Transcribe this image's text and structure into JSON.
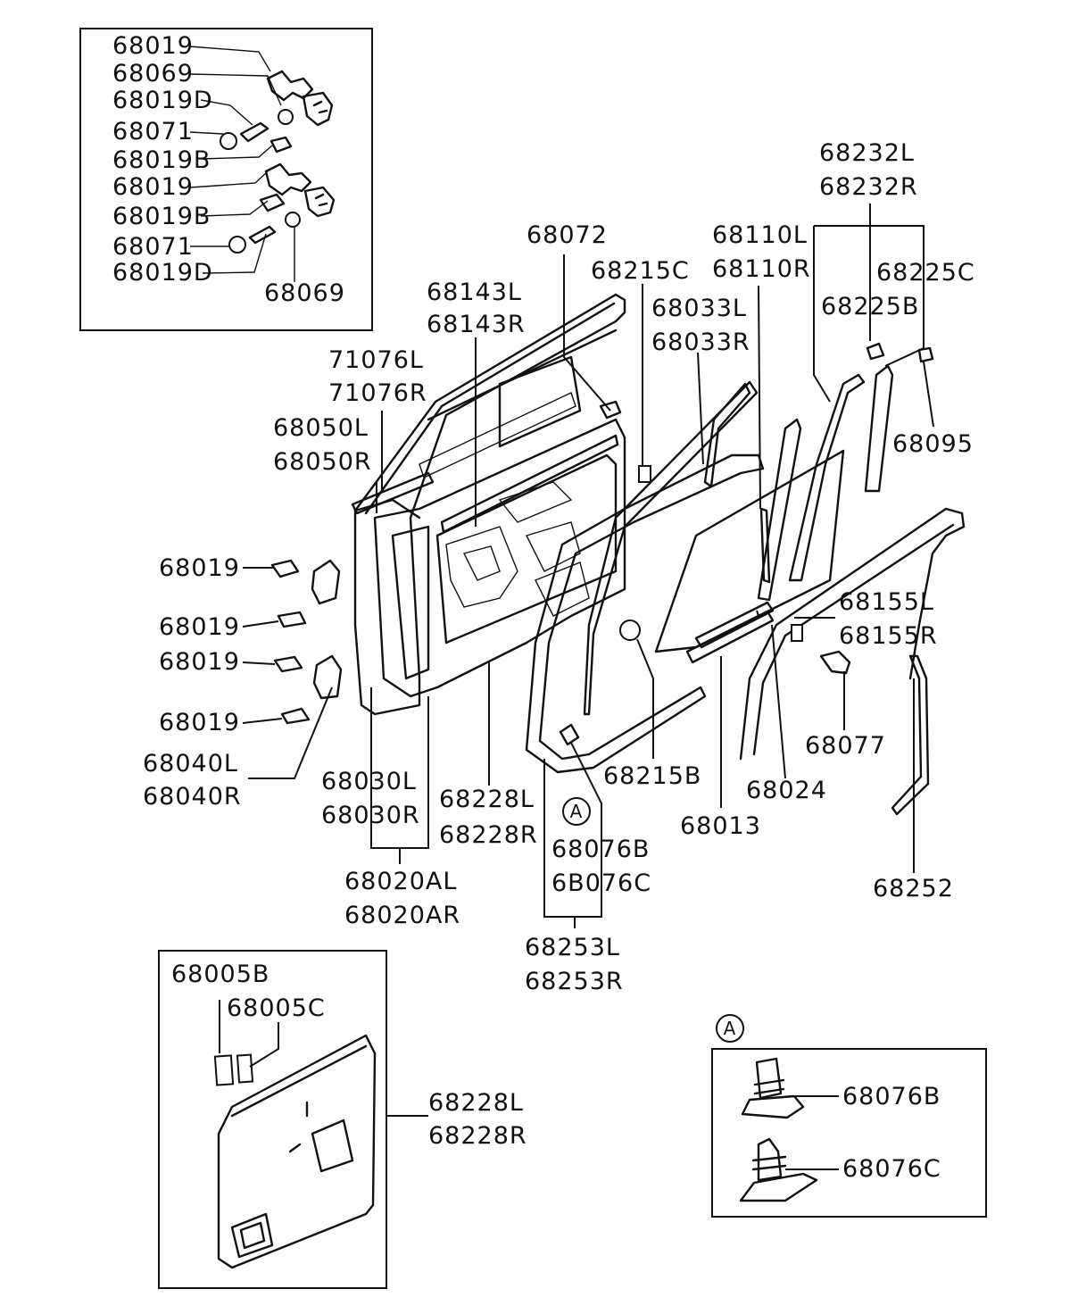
{
  "labels": {
    "hinge_68019_a": "68019",
    "hinge_68069_a": "68069",
    "hinge_68019D_a": "68019D",
    "hinge_68071_a": "68071",
    "hinge_68019B_a": "68019B",
    "hinge_68019_b": "68019",
    "hinge_68019B_b": "68019B",
    "hinge_68071_b": "68071",
    "hinge_68019D_b": "68019D",
    "hinge_68069_b": "68069",
    "p68072": "68072",
    "p68215C": "68215C",
    "p68143L": "68143L",
    "p68143R": "68143R",
    "p68033L": "68033L",
    "p68033R": "68033R",
    "p68110L": "68110L",
    "p68110R": "68110R",
    "p68232L": "68232L",
    "p68232R": "68232R",
    "p68225C": "68225C",
    "p68225B": "68225B",
    "p71076L": "71076L",
    "p71076R": "71076R",
    "p68050L": "68050L",
    "p68050R": "68050R",
    "p68095": "68095",
    "p68019_1": "68019",
    "p68019_2": "68019",
    "p68019_3": "68019",
    "p68019_4": "68019",
    "p68155L": "68155L",
    "p68155R": "68155R",
    "p68077": "68077",
    "p68040L": "68040L",
    "p68040R": "68040R",
    "p68030L": "68030L",
    "p68030R": "68030R",
    "p68228L": "68228L",
    "p68228R": "68228R",
    "p68215B": "68215B",
    "p68024": "68024",
    "p68013": "68013",
    "p68076B": "68076B",
    "p68076C": "6B076C",
    "p68020AL": "68020AL",
    "p68020AR": "68020AR",
    "p68252": "68252",
    "p68253L": "68253L",
    "p68253R": "68253R",
    "p68005B": "68005B",
    "p68005C": "68005C",
    "p68228L_b": "68228L",
    "p68228R_b": "68228R",
    "detail_68076B": "68076B",
    "detail_68076C": "68076C",
    "callout_a": "A",
    "callout_a_detail": "A"
  }
}
